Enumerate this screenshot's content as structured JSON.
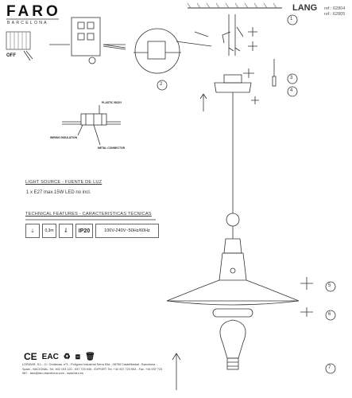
{
  "brand": {
    "name": "FARO",
    "subtitle": "BARCELONA"
  },
  "model": {
    "name": "LANG",
    "refs": [
      "ref.: 62804",
      "ref.: 62805"
    ]
  },
  "wiring": {
    "off_label": "OFF",
    "plastic_body": "PLASTIC BODY",
    "wiring_insulation": "WIRING INSULATION",
    "metal_connector": "METAL CONNECTOR"
  },
  "light_source": {
    "title": "LIGHT SOURCE - FUENTE DE LUZ",
    "text": "1 x E27 max.15W LED no incl."
  },
  "technical": {
    "title": "TECHNICAL FEATURES - CARACTERISTICAS TÉCNICAS",
    "ip": "IP20",
    "voltage": "100V-240V~50Hz/60Hz",
    "distance": "0,3m"
  },
  "steps": [
    "1",
    "2",
    "3",
    "4",
    "5",
    "6",
    "7"
  ],
  "certifications": [
    "CE",
    "EAC"
  ],
  "footer": "LORIZAR, S.L.- C/. Ondárcas, nº1 - Polígono Industrial Serra Elia - 08755 Castellbisbal - Barcelona - Spain - NACIONAL: Tel. 902 103 120 - 937 723 946 - EXPORT: Tel. +34 937 723 953 - Fax. +34 937 723 987 - faro@faro-barcelona.com - www.faro.es"
}
